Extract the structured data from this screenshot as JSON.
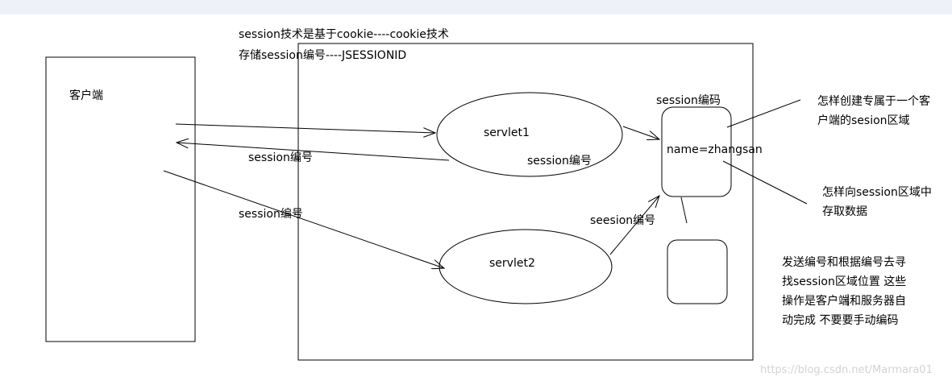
{
  "header": {
    "line1": "session技术是基于cookie----cookie技术",
    "line2": "存储session编号----JSESSIONID"
  },
  "client": {
    "label": "客户端"
  },
  "server": {
    "servlet1": "servlet1",
    "servlet2": "servlet2",
    "session_area_title": "session编码",
    "session_area_content": "name=zhangsan"
  },
  "arrows": {
    "return_label": "session编号",
    "request2_label": "session编号",
    "servlet1_inner_label": "session编号",
    "servlet2_link_label": "seesion编号"
  },
  "notes": {
    "create_lines": [
      "怎样创建专属于一个客",
      "户端的sesion区域"
    ],
    "store_lines": [
      "怎样向session区域中",
      "存取数据"
    ],
    "auto_lines": [
      "发送编号和根据编号去寻",
      "找session区域位置 这些",
      "操作是客户端和服务器自",
      "动完成 不要要手动编码"
    ]
  },
  "watermark": "https://blog.csdn.net/Marmara01"
}
